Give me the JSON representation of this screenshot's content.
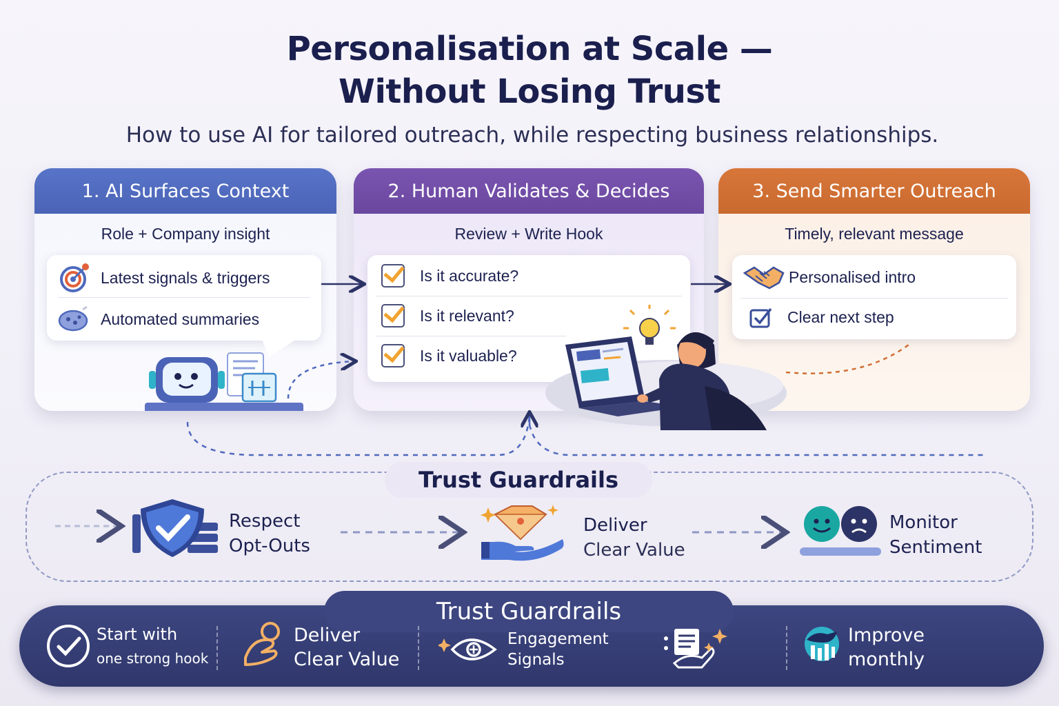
{
  "header": {
    "title_line1": "Personalisation at Scale —",
    "title_line2": "Without Losing Trust",
    "subtitle": "How to use AI for tailored outreach, while respecting business relationships."
  },
  "steps": [
    {
      "title": "1. AI Surfaces Context",
      "subtitle": "Role + Company insight",
      "items": [
        "Latest signals & triggers",
        "Automated summaries"
      ],
      "color": "#4e69bd"
    },
    {
      "title": "2. Human Validates & Decides",
      "subtitle": "Review + Write Hook",
      "items": [
        "Is it accurate?",
        "Is it relevant?",
        "Is it valuable?"
      ],
      "color": "#7150a8"
    },
    {
      "title": "3. Send Smarter Outreach",
      "subtitle": "Timely, relevant message",
      "items": [
        "Personalised intro",
        "Clear next step"
      ],
      "color": "#d06f34"
    }
  ],
  "guardrails": {
    "title": "Trust Guardrails",
    "items": [
      {
        "line1": "Respect",
        "line2": "Opt-Outs",
        "icon": "shield-check-icon"
      },
      {
        "line1": "Deliver",
        "line2": "Clear Value",
        "icon": "diamond-hand-icon"
      },
      {
        "line1": "Monitor",
        "line2": "Sentiment",
        "icon": "sentiment-faces-icon"
      }
    ]
  },
  "bottom_bar": {
    "title": "Trust Guardrails",
    "items": [
      {
        "line1": "Start with",
        "line2": "one strong hook",
        "icon": "check-circle-icon"
      },
      {
        "line1": "Deliver",
        "line2": "Clear Value",
        "icon": "hand-icon"
      },
      {
        "line1": "Engagement",
        "line2": "Signals",
        "icon": "eye-sparkle-icon"
      },
      {
        "line1": "",
        "line2": "",
        "icon": "document-hand-icon"
      },
      {
        "line1": "Improve",
        "line2": "monthly",
        "icon": "chart-globe-icon"
      }
    ],
    "color": "#343c73"
  }
}
